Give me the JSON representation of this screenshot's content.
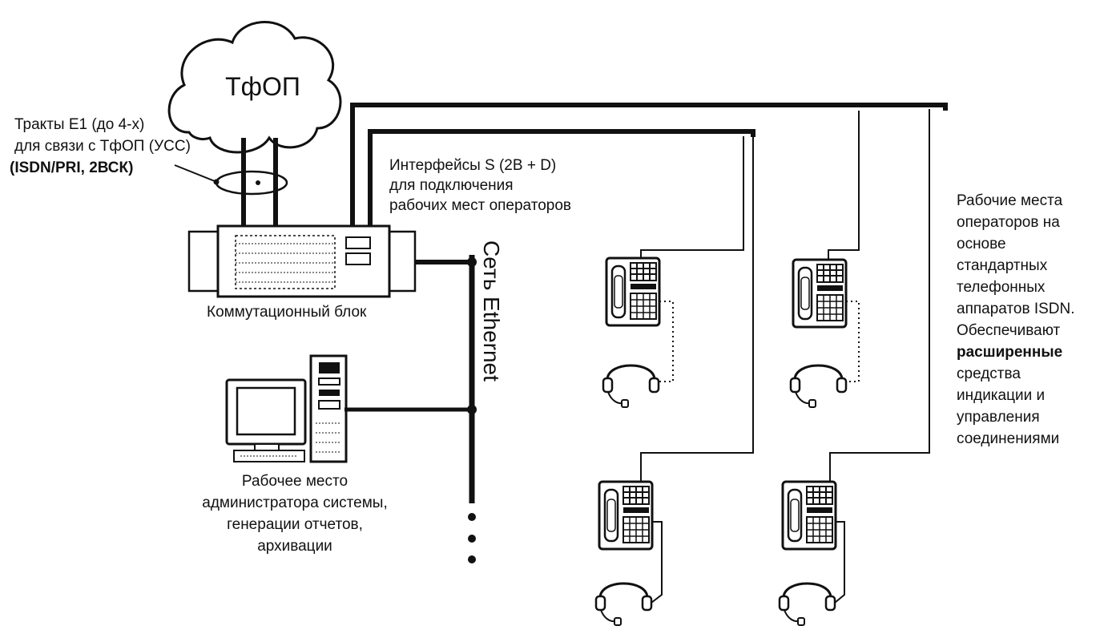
{
  "cloud": {
    "label": "ТфОП"
  },
  "trunks": {
    "line1": "Тракты E1 (до 4-х)",
    "line2": "для связи с ТфОП (УСС)",
    "line3": "(ISDN/PRI, 2ВСК)"
  },
  "interfaces": {
    "line1": "Интерфейсы  S  (2B + D)",
    "line2": "для подключения",
    "line3": "рабочих мест операторов"
  },
  "switch": {
    "label": "Коммутационный блок"
  },
  "ethernet": {
    "label": "Сеть Ethernet"
  },
  "admin": {
    "line1": "Рабочее место",
    "line2": "администратора системы,",
    "line3": "генерации отчетов,",
    "line4": "архивации"
  },
  "operators": {
    "line1": "Рабочие места",
    "line2": "операторов на",
    "line3": "основе",
    "line4": "стандартных",
    "line5": "телефонных",
    "line6": "аппаратов ISDN.",
    "line7": "Обеспечивают",
    "line8": "расширенные",
    "line9": "средства",
    "line10": "индикации и",
    "line11": "управления",
    "line12": "соединениями"
  },
  "icons": {
    "cloud": "cloud-icon",
    "switch": "switch-unit-icon",
    "computer": "computer-workstation-icon",
    "phone": "isdn-telephone-icon",
    "headset": "headset-icon"
  }
}
